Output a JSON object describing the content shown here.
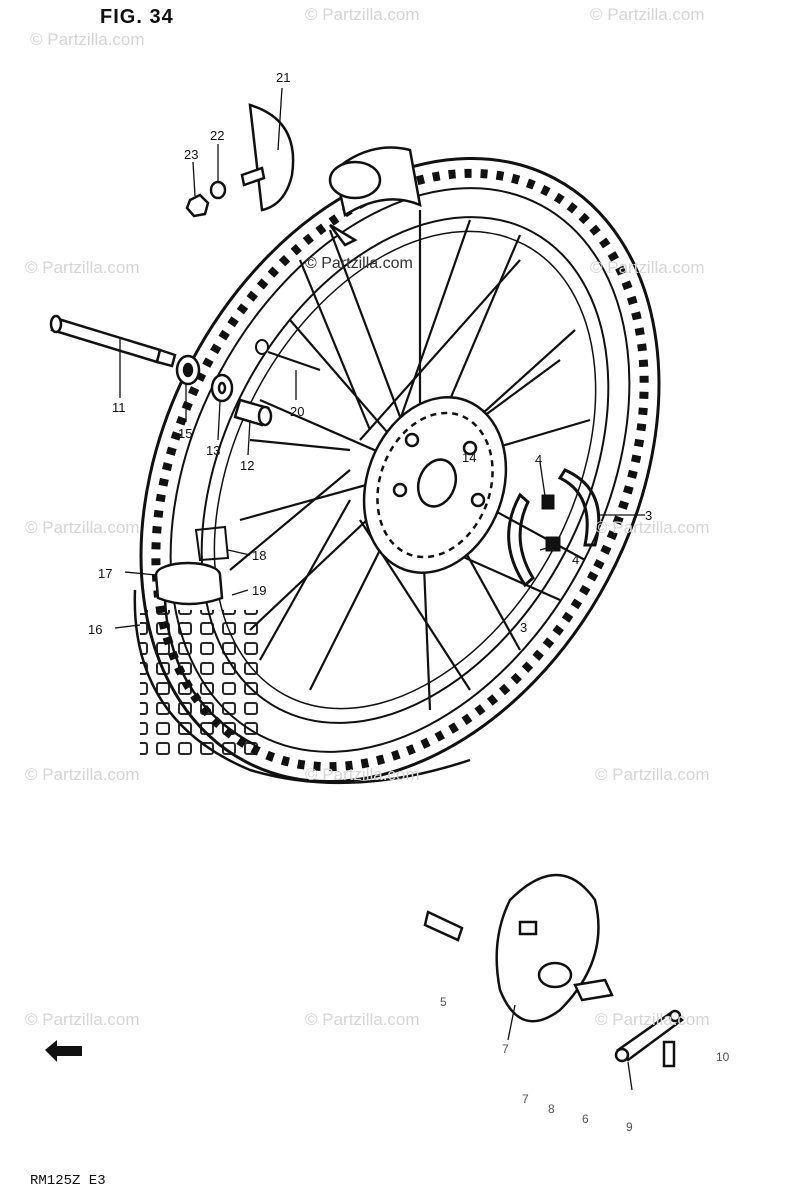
{
  "figure": {
    "title": "FIG. 34",
    "model": "RM125Z E3"
  },
  "watermarks": {
    "text": "© Partzilla.com",
    "center_text": "© Partzilla.com"
  },
  "callouts": [
    {
      "id": "c21",
      "label": "21"
    },
    {
      "id": "c22",
      "label": "22"
    },
    {
      "id": "c23",
      "label": "23"
    },
    {
      "id": "c11",
      "label": "11"
    },
    {
      "id": "c15",
      "label": "15"
    },
    {
      "id": "c13",
      "label": "13"
    },
    {
      "id": "c12",
      "label": "12"
    },
    {
      "id": "c20",
      "label": "20"
    },
    {
      "id": "c14",
      "label": "14"
    },
    {
      "id": "c4a",
      "label": "4"
    },
    {
      "id": "c4b",
      "label": "4"
    },
    {
      "id": "c3a",
      "label": "3"
    },
    {
      "id": "c3b",
      "label": "3"
    },
    {
      "id": "c18",
      "label": "18"
    },
    {
      "id": "c17",
      "label": "17"
    },
    {
      "id": "c19",
      "label": "19"
    },
    {
      "id": "c16",
      "label": "16"
    },
    {
      "id": "c5",
      "label": "5"
    },
    {
      "id": "c7",
      "label": "7"
    },
    {
      "id": "c10",
      "label": "10"
    },
    {
      "id": "c7b",
      "label": "7"
    },
    {
      "id": "c8",
      "label": "8"
    },
    {
      "id": "c6",
      "label": "6"
    },
    {
      "id": "c9",
      "label": "9"
    }
  ],
  "colors": {
    "ink": "#111111",
    "watermark": "#d6d6d6"
  }
}
